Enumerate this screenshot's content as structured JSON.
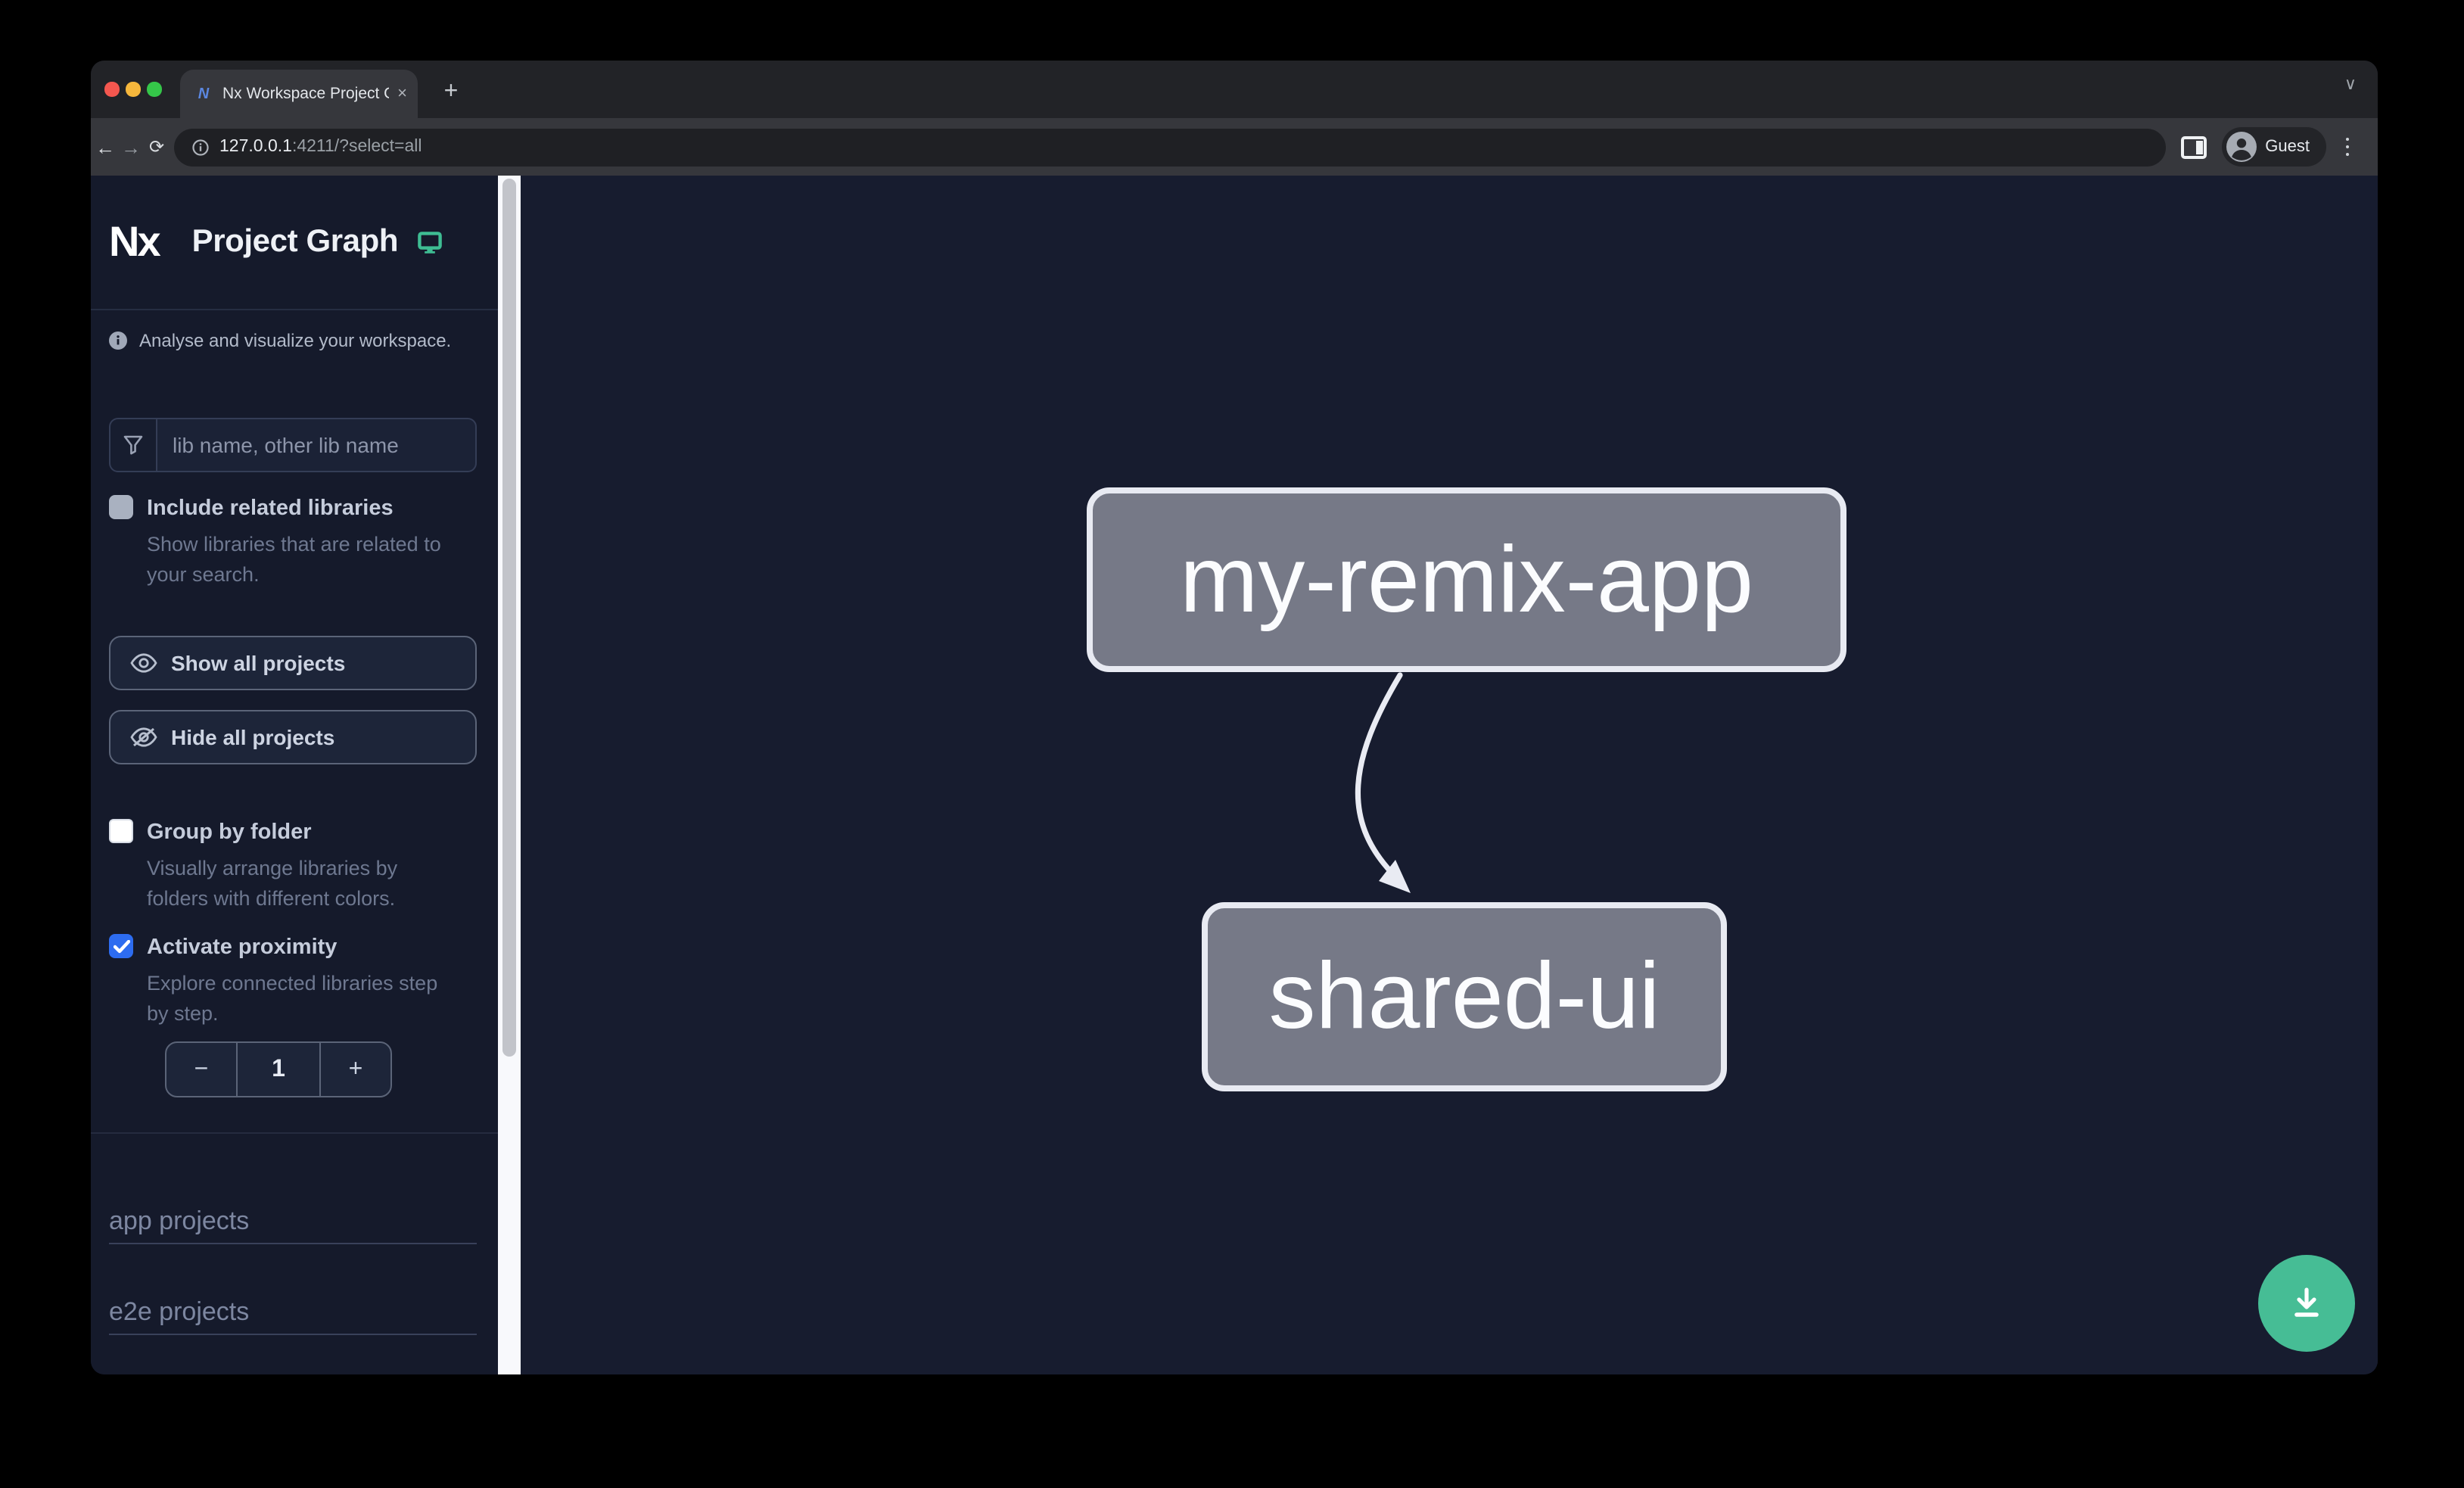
{
  "browser": {
    "tab_title": "Nx Workspace Project Graph",
    "favicon_text": "N",
    "close_tab_glyph": "×",
    "new_tab_glyph": "+",
    "tabs_chevron_glyph": "∨",
    "back_glyph": "←",
    "forward_glyph": "→",
    "reload_glyph": "⟳",
    "url_host": "127.0.0.1",
    "url_rest": ":4211/?select=all",
    "profile_label": "Guest"
  },
  "sidebar": {
    "logo_text": "Nx",
    "title": "Project Graph",
    "tagline": "Analyse and visualize your workspace.",
    "search": {
      "placeholder": "lib name, other lib name"
    },
    "options": [
      {
        "label": "Include related libraries",
        "description": "Show libraries that are related to your search.",
        "checked": false
      },
      {
        "label": "Group by folder",
        "description": "Visually arrange libraries by folders with different colors.",
        "checked": false
      },
      {
        "label": "Activate proximity",
        "description": "Explore connected libraries step by step.",
        "checked": true
      }
    ],
    "buttons": [
      {
        "label": "Show all projects",
        "icon": "eye-icon"
      },
      {
        "label": "Hide all projects",
        "icon": "eye-off-icon"
      }
    ],
    "stepper": {
      "decrement": "−",
      "value": "1",
      "increment": "+"
    },
    "sections": [
      {
        "label": "app projects"
      },
      {
        "label": "e2e projects"
      }
    ]
  },
  "graph": {
    "nodes": [
      {
        "label": "my-remix-app"
      },
      {
        "label": "shared-ui"
      }
    ],
    "edges": [
      {
        "from": "my-remix-app",
        "to": "shared-ui"
      }
    ]
  },
  "fab": {
    "icon": "download-icon"
  },
  "colors": {
    "canvas_bg": "#171c2f",
    "sidebar_bg": "#151a2b",
    "node_fill": "#767987",
    "node_border": "#e8eaf2",
    "accent_green": "#46bd95",
    "monitor_green": "#3ebd93",
    "checkbox_blue": "#2d6cf0",
    "scroll_track": "#f8f9fc",
    "scroll_thumb": "#c2c4ca"
  }
}
